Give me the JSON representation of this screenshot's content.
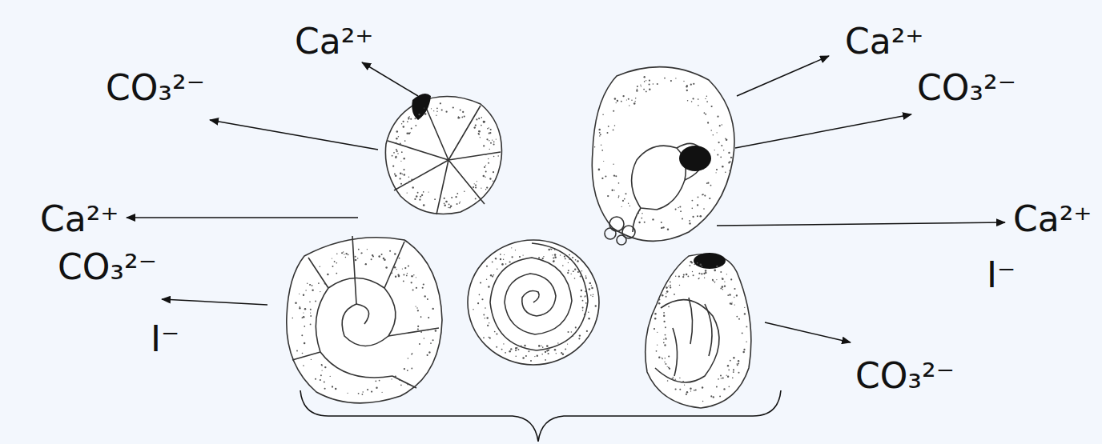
{
  "diagram": {
    "labels": [
      "Ca²⁺",
      "Ca²⁺",
      "CO₃²⁻",
      "CO₃²⁻",
      "Ca²⁺",
      "Ca²⁺",
      "CO₃²⁻",
      "I⁻",
      "I⁻",
      "CO₃²⁻"
    ]
  }
}
